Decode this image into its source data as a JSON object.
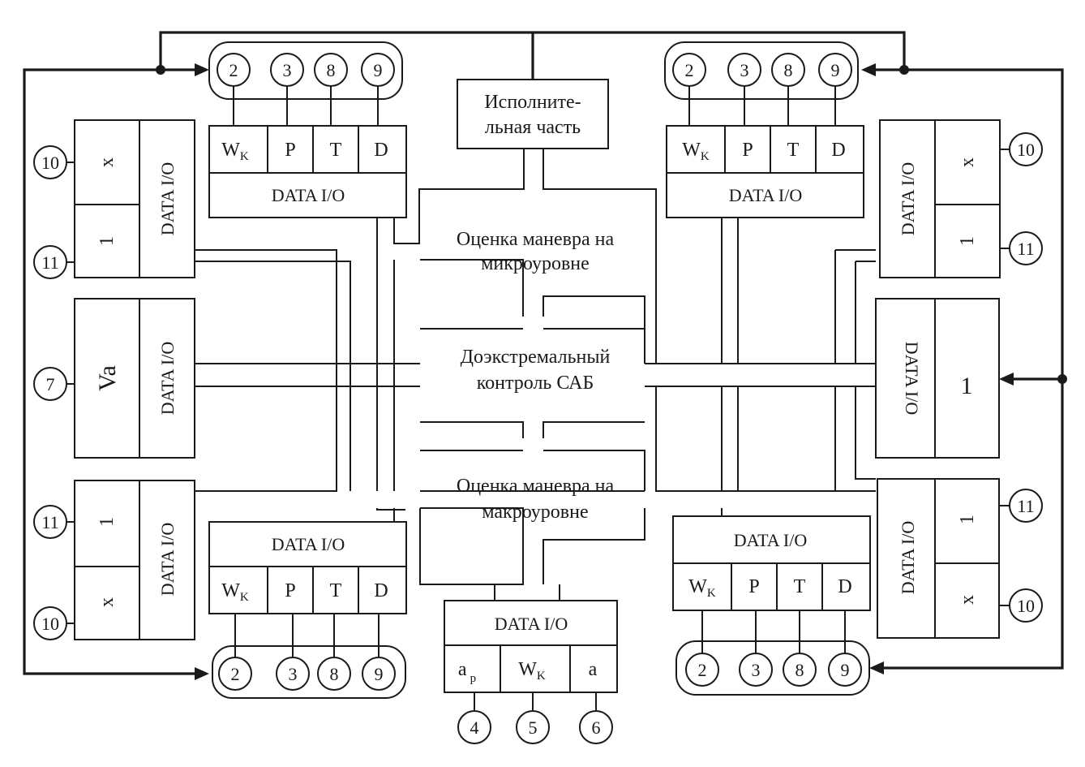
{
  "labels": {
    "data_io": "DATA I/O",
    "w": "W",
    "w_sub": "K",
    "p": "P",
    "t": "T",
    "d": "D",
    "x": "x",
    "one": "1",
    "va": "Va",
    "a": "a",
    "a_sub": "p"
  },
  "nodes": {
    "executive_1": "Исполните-",
    "executive_2": "льная часть",
    "micro_1": "Оценка маневра на",
    "micro_2": "микроуровне",
    "control_1": "Доэкстремальный",
    "control_2": "контроль САБ",
    "macro_1": "Оценка маневра на",
    "macro_2": "макроуровне"
  },
  "circles": {
    "c2": "2",
    "c3": "3",
    "c4": "4",
    "c5": "5",
    "c6": "6",
    "c7": "7",
    "c8": "8",
    "c9": "9",
    "c10": "10",
    "c11": "11"
  }
}
